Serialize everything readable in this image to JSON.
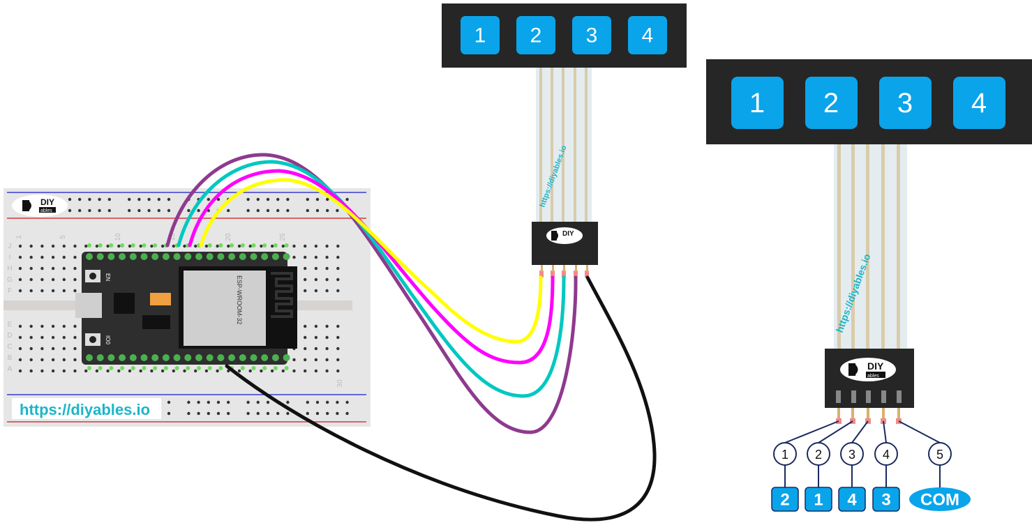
{
  "small_keypad": {
    "keys": [
      "1",
      "2",
      "3",
      "4"
    ]
  },
  "large_keypad": {
    "keys": [
      "1",
      "2",
      "3",
      "4"
    ]
  },
  "logo": {
    "line1": "DIY",
    "line2": "ables"
  },
  "ribbon_url": "https://diyables.io",
  "breadboard": {
    "url_label": "https://diyables.io",
    "column_numbers": [
      "1",
      "5",
      "10",
      "15",
      "20",
      "25",
      "30"
    ],
    "row_letters_top": [
      "J",
      "I",
      "H",
      "G",
      "F"
    ],
    "row_letters_bottom": [
      "E",
      "D",
      "C",
      "B",
      "A"
    ]
  },
  "esp32": {
    "module": "ESP-WROOM-32",
    "button_en": "EN",
    "button_io0": "IO0"
  },
  "pinout": {
    "pins": [
      "1",
      "2",
      "3",
      "4",
      "5"
    ],
    "mapping": [
      "2",
      "1",
      "4",
      "3",
      "COM"
    ]
  },
  "wire_colors": {
    "pin1": "#ffff00",
    "pin2": "#ff00ff",
    "pin3": "#00c8c0",
    "pin4": "#8e3a8e",
    "pin5": "#111111"
  },
  "colors": {
    "key": "#0aa4ea",
    "keypad_body": "#262626",
    "link_stroke": "#1a2a5e"
  }
}
